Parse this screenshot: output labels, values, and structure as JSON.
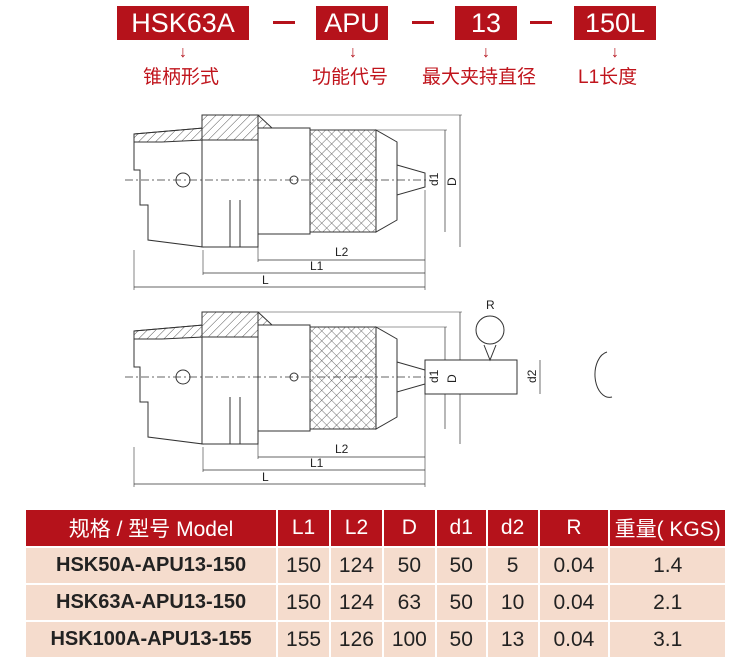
{
  "code": {
    "parts": [
      "HSK63A",
      "APU",
      "13",
      "150L"
    ],
    "captions": [
      "锥柄形式",
      "功能代号",
      "最大夹持直径",
      "L1长度"
    ]
  },
  "drawing": {
    "labels": {
      "d1": "d1",
      "D": "D",
      "L2": "L2",
      "L1": "L1",
      "L": "L",
      "R": "R",
      "d2": "d2"
    }
  },
  "table": {
    "headers": [
      "规格 / 型号  Model",
      "L1",
      "L2",
      "D",
      "d1",
      "d2",
      "R",
      "重量( KGS)"
    ],
    "rows": [
      [
        "HSK50A-APU13-150",
        "150",
        "124",
        "50",
        "50",
        "5",
        "0.04",
        "1.4"
      ],
      [
        "HSK63A-APU13-150",
        "150",
        "124",
        "63",
        "50",
        "10",
        "0.04",
        "2.1"
      ],
      [
        "HSK100A-APU13-155",
        "155",
        "126",
        "100",
        "50",
        "13",
        "0.04",
        "3.1"
      ]
    ]
  },
  "colors": {
    "accent": "#b5121b",
    "row_bg": "#f5dccd"
  }
}
